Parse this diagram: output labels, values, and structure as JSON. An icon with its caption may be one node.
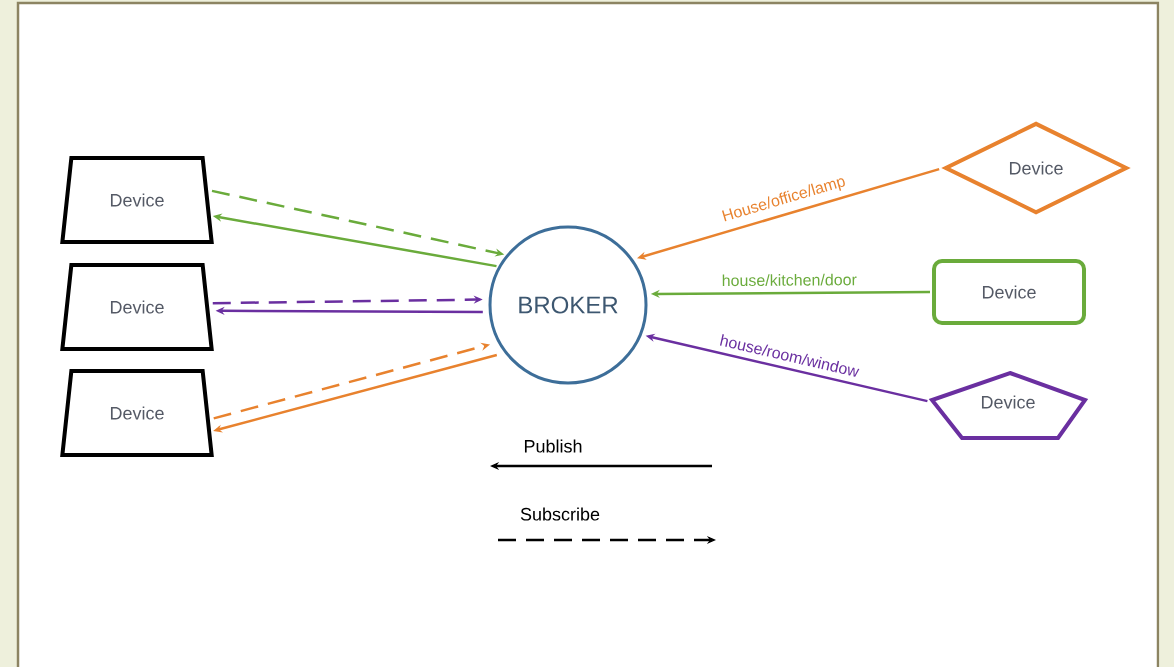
{
  "diagram": {
    "nodes": [
      {
        "text": [
          "Device"
        ]
      },
      {
        "text": [
          "Device"
        ]
      },
      {
        "text": [
          "Device"
        ]
      },
      {
        "text": [
          "BROKER"
        ]
      },
      {
        "text": [
          "Device"
        ]
      },
      {
        "text": [
          "Device"
        ]
      },
      {
        "text": [
          "Device"
        ]
      }
    ],
    "edges": [
      {
        "from": 0,
        "to": 3,
        "arrow": "to",
        "style": "dashed",
        "color": "#6aab3b"
      },
      {
        "from": 3,
        "to": 0,
        "arrow": "to",
        "color": "#6aab3b"
      },
      {
        "from": 1,
        "to": 3,
        "arrow": "to",
        "style": "dashed",
        "color": "#6a2fa0"
      },
      {
        "from": 3,
        "to": 1,
        "arrow": "to",
        "color": "#6a2fa0"
      },
      {
        "from": 2,
        "to": 3,
        "arrow": "to",
        "style": "dashed",
        "color": "#e8822e"
      },
      {
        "from": 3,
        "to": 2,
        "arrow": "to",
        "color": "#e8822e"
      },
      {
        "from": 4,
        "to": 3,
        "arrow": "to",
        "label": "House/office/lamp",
        "color": "#e8822e"
      },
      {
        "from": 5,
        "to": 3,
        "arrow": "to",
        "label": "house/kitchen/door",
        "color": "#6aab3b"
      },
      {
        "from": 6,
        "to": 3,
        "arrow": "to",
        "label": "house/room/window",
        "color": "#6a2fa0"
      }
    ],
    "legend": [
      {
        "text": "Publish"
      },
      {
        "text": "Subscribe"
      }
    ]
  }
}
